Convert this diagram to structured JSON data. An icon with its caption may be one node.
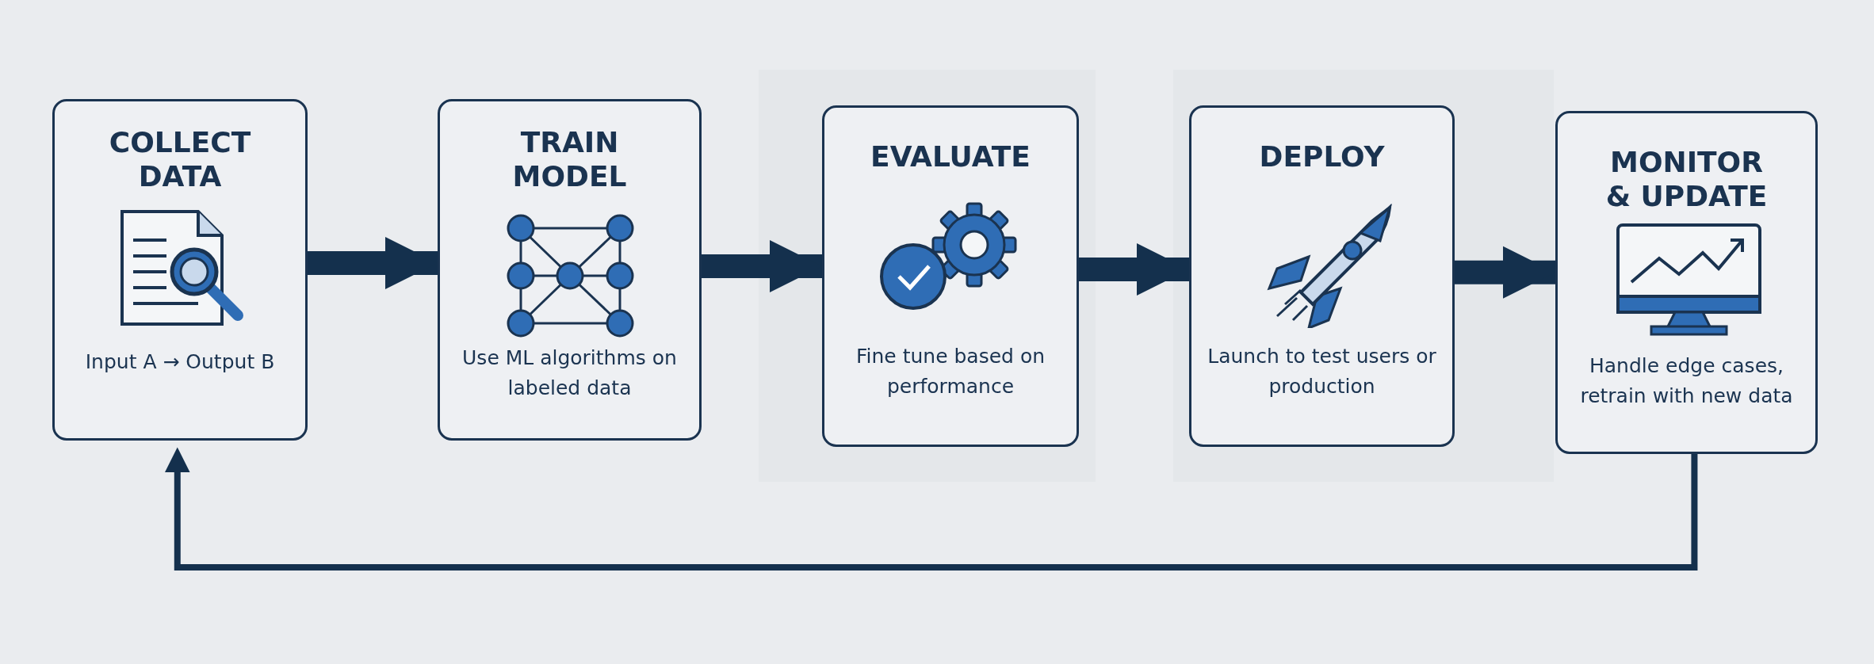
{
  "diagram": {
    "nodes": [
      {
        "text": [
          "COLLECT DATA",
          "Input A → Output B"
        ]
      },
      {
        "text": [
          "TRAIN MODEL",
          "Use ML algorithms on labeled data"
        ]
      },
      {
        "text": [
          "EVALUATE",
          "Fine tune based on performance"
        ]
      },
      {
        "text": [
          "DEPLOY",
          "Launch to test users or production"
        ]
      },
      {
        "text": [
          "MONITOR & UPDATE",
          "Handle edge cases, retrain with new data"
        ]
      }
    ],
    "edges": [
      {
        "from": 0,
        "to": 1,
        "arrow": "to"
      },
      {
        "from": 1,
        "to": 2,
        "arrow": "to"
      },
      {
        "from": 2,
        "to": 3,
        "arrow": "to"
      },
      {
        "from": 3,
        "to": 4,
        "arrow": "to"
      },
      {
        "from": 4,
        "to": 0,
        "arrow": "to"
      }
    ]
  }
}
